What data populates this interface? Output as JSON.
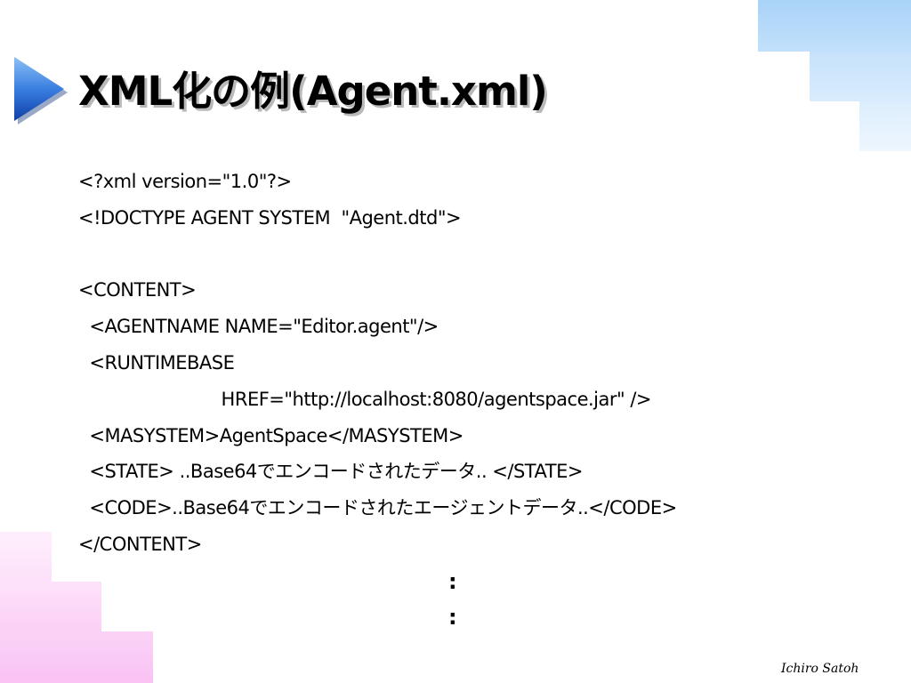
{
  "slide": {
    "title": "XML化の例(Agent.xml)",
    "code_lines": [
      "<?xml version=\"1.0\"?>",
      "<!DOCTYPE AGENT SYSTEM  \"Agent.dtd\">",
      "",
      "<CONTENT>",
      "  <AGENTNAME NAME=\"Editor.agent\"/>",
      "  <RUNTIMEBASE",
      "                          HREF=\"http://localhost:8080/agentspace.jar\" />",
      "  <MASYSTEM>AgentSpace</MASYSTEM>",
      "  <STATE> ..Base64でエンコードされたデータ.. </STATE>",
      "  <CODE>..Base64でエンコードされたエージェントデータ..</CODE>",
      "</CONTENT>"
    ],
    "continuation": [
      ":",
      ":"
    ],
    "author": "Ichiro Satoh"
  },
  "colors": {
    "arrow_light": "#7fb6f2",
    "arrow_dark": "#0f3fa8",
    "corner_blue": "#a9d3f8",
    "corner_pink": "#f9c2f3"
  },
  "icons": {
    "title_bullet": "right-triangle-arrow-icon"
  }
}
